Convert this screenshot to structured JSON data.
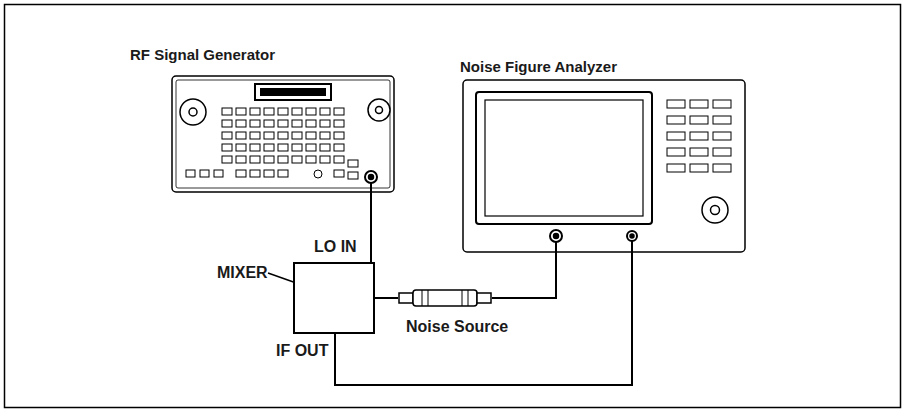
{
  "diagram": {
    "nodes": [
      {
        "text": [
          "RF Signal Generator"
        ]
      },
      {
        "text": [
          "Noise Figure Analyzer"
        ]
      },
      {
        "text": [
          "MIXER"
        ]
      },
      {
        "text": [
          "Noise Source"
        ]
      }
    ],
    "edges": [
      {
        "from": 0,
        "to": 2,
        "arrow": "none"
      },
      {
        "from": 2,
        "to": 3,
        "arrow": "none"
      },
      {
        "from": 3,
        "to": 1,
        "arrow": "none"
      },
      {
        "from": 2,
        "to": 1,
        "arrow": "none"
      }
    ],
    "labels": [
      "LO IN",
      "IF OUT"
    ]
  }
}
